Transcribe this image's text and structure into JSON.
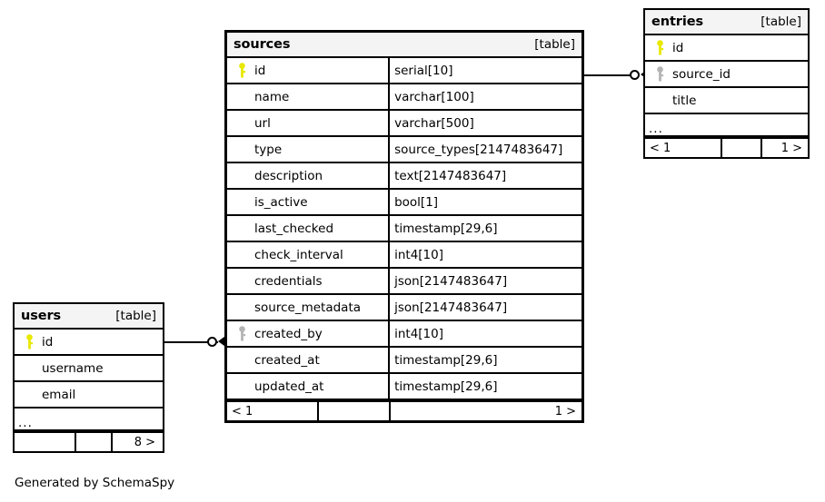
{
  "diagram": {
    "caption": "Generated by SchemaSpy",
    "kind_label": "[table]",
    "key_icons": {
      "primary": "primary-key-icon",
      "foreign": "foreign-key-icon"
    },
    "ellipsis": "..."
  },
  "tables": {
    "sources": {
      "name": "sources",
      "kind": "[table]",
      "columns": [
        {
          "key": "primary",
          "name": "id",
          "type": "serial[10]"
        },
        {
          "key": "none",
          "name": "name",
          "type": "varchar[100]"
        },
        {
          "key": "none",
          "name": "url",
          "type": "varchar[500]"
        },
        {
          "key": "none",
          "name": "type",
          "type": "source_types[2147483647]"
        },
        {
          "key": "none",
          "name": "description",
          "type": "text[2147483647]"
        },
        {
          "key": "none",
          "name": "is_active",
          "type": "bool[1]"
        },
        {
          "key": "none",
          "name": "last_checked",
          "type": "timestamp[29,6]"
        },
        {
          "key": "none",
          "name": "check_interval",
          "type": "int4[10]"
        },
        {
          "key": "none",
          "name": "credentials",
          "type": "json[2147483647]"
        },
        {
          "key": "none",
          "name": "source_metadata",
          "type": "json[2147483647]"
        },
        {
          "key": "foreign",
          "name": "created_by",
          "type": "int4[10]"
        },
        {
          "key": "none",
          "name": "created_at",
          "type": "timestamp[29,6]"
        },
        {
          "key": "none",
          "name": "updated_at",
          "type": "timestamp[29,6]"
        }
      ],
      "footer": {
        "left": "< 1",
        "mid": "",
        "right": "1 >"
      }
    },
    "entries": {
      "name": "entries",
      "kind": "[table]",
      "columns": [
        {
          "key": "primary",
          "name": "id",
          "type": ""
        },
        {
          "key": "foreign",
          "name": "source_id",
          "type": ""
        },
        {
          "key": "none",
          "name": "title",
          "type": ""
        }
      ],
      "more": "...",
      "footer": {
        "left": "< 1",
        "mid": "",
        "right": "1 >"
      }
    },
    "users": {
      "name": "users",
      "kind": "[table]",
      "columns": [
        {
          "key": "primary",
          "name": "id",
          "type": ""
        },
        {
          "key": "none",
          "name": "username",
          "type": ""
        },
        {
          "key": "none",
          "name": "email",
          "type": ""
        }
      ],
      "more": "...",
      "footer": {
        "left": "",
        "mid": "",
        "right": "8 >"
      }
    }
  },
  "relationships": [
    {
      "name": "sources-id-to-entries-source-id",
      "from": "sources.id",
      "to": "entries.source_id"
    },
    {
      "name": "users-id-to-sources-created-by",
      "from": "users.id",
      "to": "sources.created_by"
    }
  ],
  "colors": {
    "primary_key": "#e8e800",
    "foreign_key": "#b4b4b4",
    "border": "#000000",
    "header_background": "#f4f4f4",
    "page_background": "#ffffff"
  }
}
